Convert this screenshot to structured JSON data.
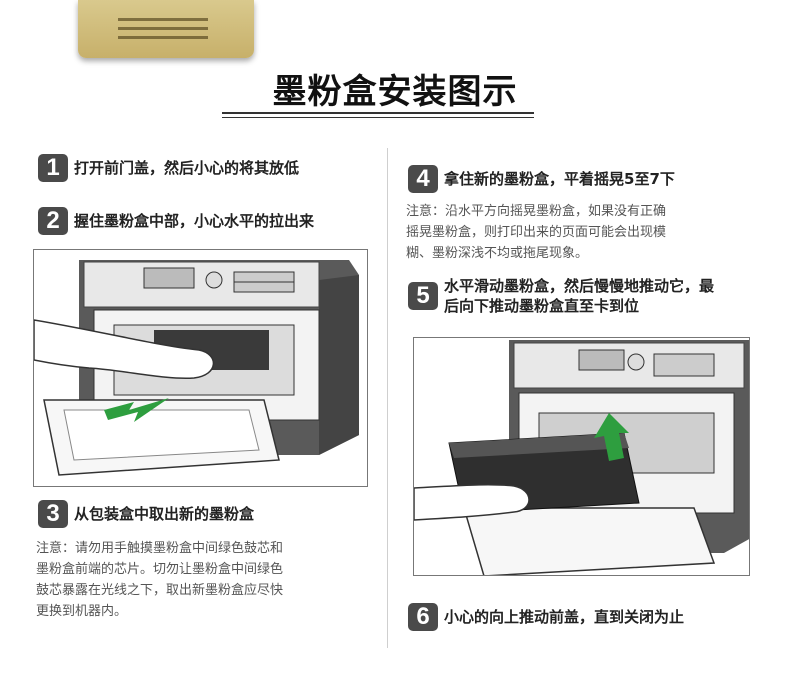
{
  "title": "墨粉盒安装图示",
  "steps": {
    "s1": {
      "num": "1",
      "text": "打开前门盖，然后小心的将其放低"
    },
    "s2": {
      "num": "2",
      "text": "握住墨粉盒中部，小心水平的拉出来"
    },
    "s3": {
      "num": "3",
      "text": "从包装盒中取出新的墨粉盒",
      "note": [
        "注意：请勿用手触摸墨粉盒中间绿色鼓芯和",
        "墨粉盒前端的芯片。切勿让墨粉盒中间绿色",
        "鼓芯暴露在光线之下，取出新墨粉盒应尽快",
        "更换到机器内。"
      ]
    },
    "s4": {
      "num": "4",
      "text": "拿住新的墨粉盒，平着摇晃5至7下",
      "note": [
        "注意：沿水平方向摇晃墨粉盒，如果没有正确",
        "摇晃墨粉盒，则打印出来的页面可能会出现模",
        "糊、墨粉深浅不均或拖尾现象。"
      ]
    },
    "s5": {
      "num": "5",
      "text_line1": "水平滑动墨粉盒，然后慢慢地推动它，最",
      "text_line2": "后向下推动墨粉盒直至卡到位"
    },
    "s6": {
      "num": "6",
      "text": "小心的向上推动前盖，直到关闭为止"
    }
  },
  "colors": {
    "accent_green": "#2e9e3f",
    "badge": "#4a4a4a"
  }
}
